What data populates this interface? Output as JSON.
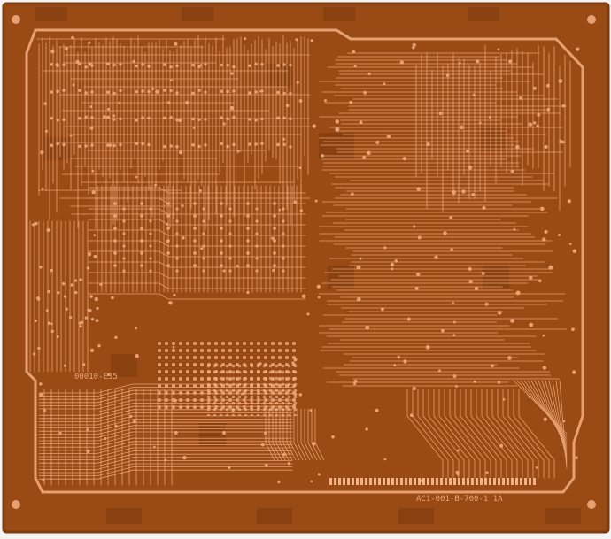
{
  "image": {
    "subject": "bare printed circuit board photographed top-down on a light background",
    "colors": {
      "background": "#f4f4f2",
      "substrate": "#9a4a14",
      "substrate_dark": "#7d3a0e",
      "copper": "#e7a071",
      "copper_bright": "#f0b488",
      "hole": "#3a1a06"
    }
  },
  "silkscreen": {
    "left_label": "00010-E35",
    "bottom_label": "AC1-001-B-700-1 1A"
  }
}
